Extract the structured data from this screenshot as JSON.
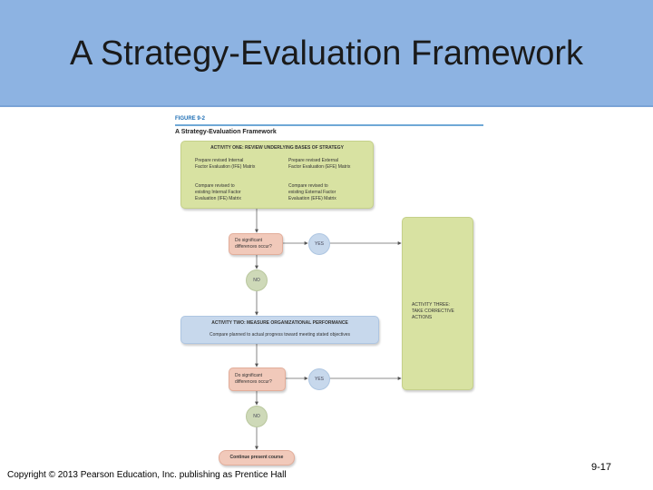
{
  "slide": {
    "title": "A Strategy-Evaluation Framework",
    "footer": "Copyright © 2013 Pearson Education, Inc. publishing as Prentice Hall",
    "page_number": "9-17"
  },
  "figure": {
    "label": "FIGURE 9-2",
    "title": "A Strategy-Evaluation Framework",
    "activity_one": {
      "heading": "ACTIVITY ONE: REVIEW UNDERLYING BASES OF STRATEGY",
      "left_prepare": [
        "Prepare revised Internal",
        "Factor Evaluation (IFE) Matrix"
      ],
      "right_prepare": [
        "Prepare revised External",
        "Factor Evaluation (EFE) Matrix"
      ],
      "left_compare": [
        "Compare revised to",
        "existing Internal Factor",
        "Evaluation (IFE) Matrix"
      ],
      "right_compare": [
        "Compare revised to",
        "existing External Factor",
        "Evaluation (EFE) Matrix"
      ]
    },
    "decision_1": [
      "Do significant",
      "differences occur?"
    ],
    "decision_2": [
      "Do significant",
      "differences occur?"
    ],
    "yes_label": "YES",
    "no_label": "NO",
    "activity_two": {
      "heading": "ACTIVITY TWO: MEASURE ORGANIZATIONAL PERFORMANCE",
      "text": "Compare planned to actual progress toward meeting stated objectives"
    },
    "activity_three": [
      "ACTIVITY THREE:",
      "TAKE CORRECTIVE",
      "ACTIONS"
    ],
    "continue": "Continue present course"
  }
}
